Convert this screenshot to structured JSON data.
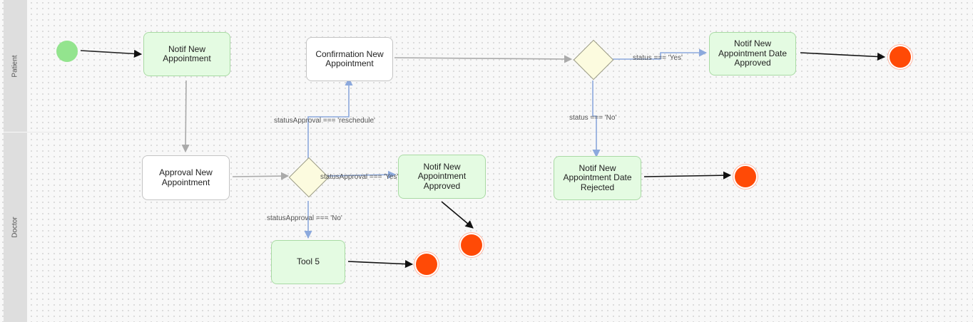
{
  "lanes": {
    "patient": "Patient",
    "doctor": "Doctor"
  },
  "nodes": {
    "notif_new_appointment": "Notif New\nAppointment",
    "confirmation_new_appointment": "Confirmation New\nAppointment",
    "notif_date_approved": "Notif New\nAppointment Date\nApproved",
    "approval_new_appointment": "Approval New\nAppointment",
    "notif_new_appointment_approved": "Notif New\nAppointment\nApproved",
    "notif_date_rejected": "Notif New\nAppointment Date\nRejected",
    "tool_5": "Tool 5"
  },
  "edge_labels": {
    "reschedule": "statusApproval === 'reschedule'",
    "approval_yes": "statusApproval === 'Yes'",
    "approval_no": "statusApproval === 'No'",
    "status_yes": "status === 'Yes'",
    "status_no": "status === 'No'"
  },
  "colors": {
    "start": "#93e48e",
    "end": "#ff4a06",
    "task_fill": "#e4fbe2",
    "decision_fill": "#fcfbdf",
    "edge_grey": "#aaaaaa",
    "edge_blue": "#8ca9dd",
    "edge_black": "#111111"
  }
}
